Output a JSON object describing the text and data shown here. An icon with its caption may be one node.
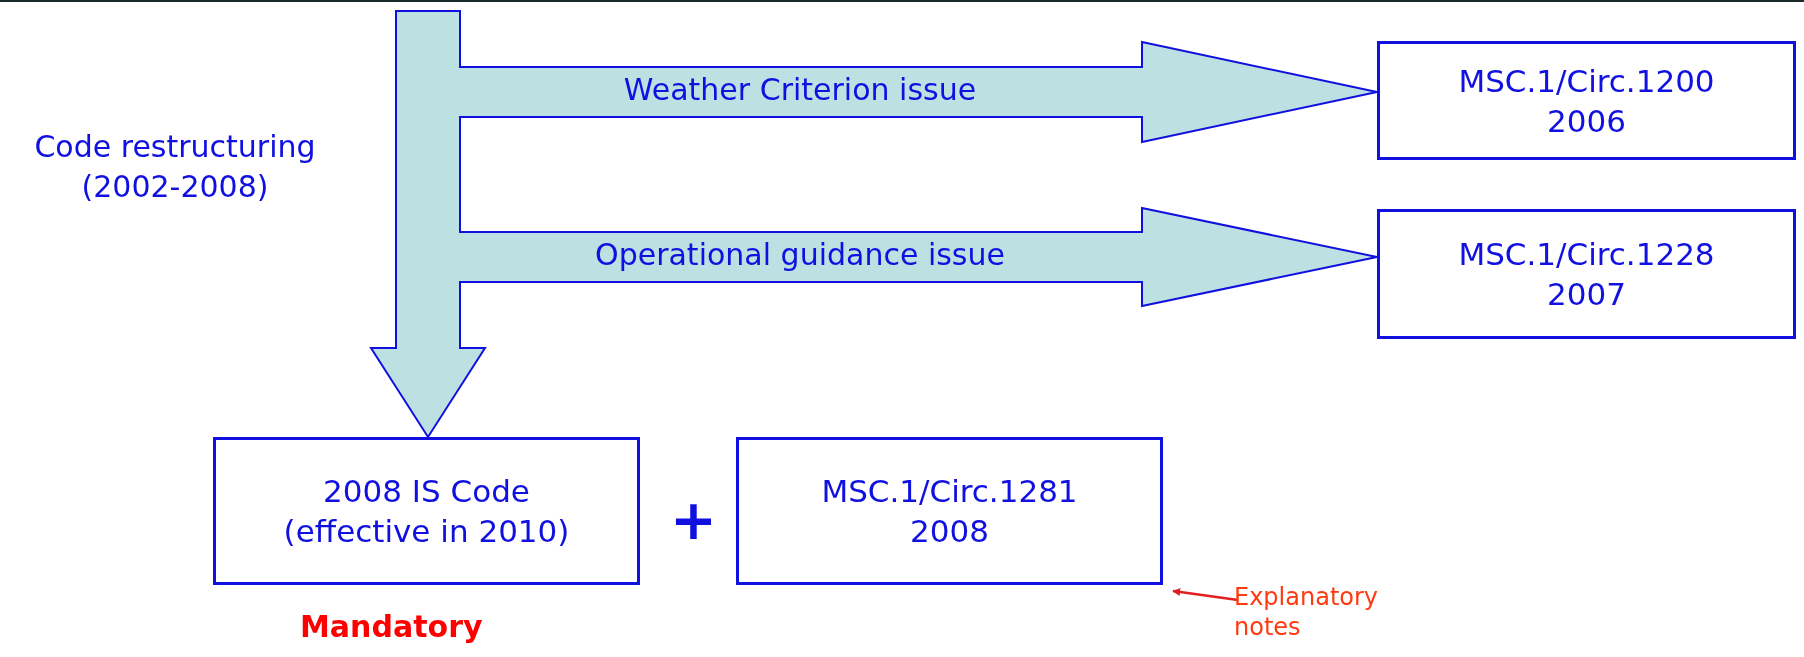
{
  "diagram": {
    "nodes": [
      {
        "text": [
          "MSC.1/Circ.1200",
          "2006"
        ]
      },
      {
        "text": [
          "MSC.1/Circ.1228",
          "2007"
        ]
      },
      {
        "text": [
          "2008 IS Code",
          "(effective in 2010)"
        ]
      },
      {
        "text": [
          "MSC.1/Circ.1281",
          "2008"
        ]
      },
      {
        "text": [
          "Explanatory notes"
        ]
      }
    ],
    "edges": [
      {
        "from": null,
        "to": 2,
        "arrow": "to",
        "label": "Code restructuring (2002-2008)",
        "style": "thick"
      },
      {
        "from": null,
        "to": 0,
        "arrow": "to",
        "label": "Weather Criterion issue",
        "style": "thick"
      },
      {
        "from": null,
        "to": 1,
        "arrow": "to",
        "label": "Operational guidance issue",
        "style": "thick"
      },
      {
        "from": 4,
        "to": 3,
        "arrow": "to",
        "color": "#e02020"
      }
    ],
    "labels": [
      "+",
      "Mandatory"
    ]
  }
}
